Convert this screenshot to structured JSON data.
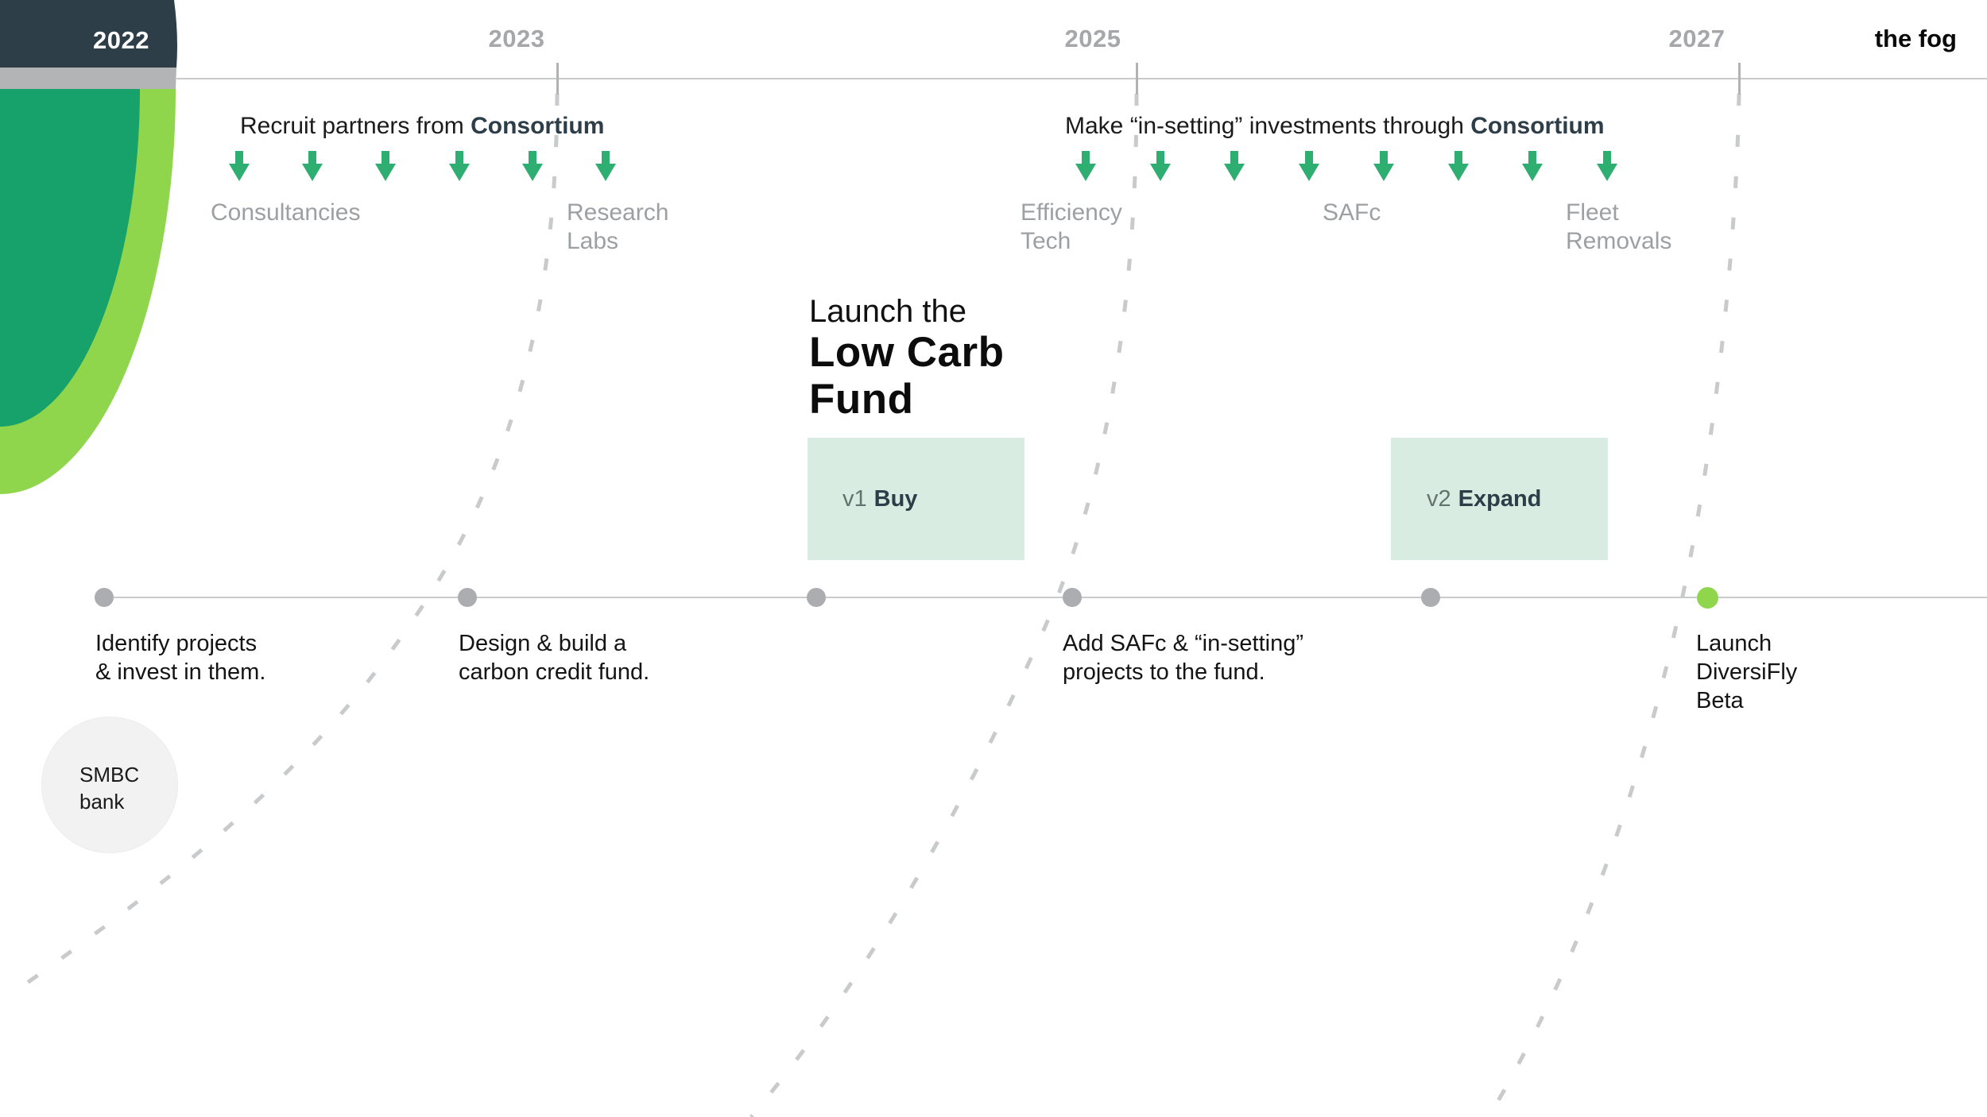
{
  "axis": {
    "current_year": "2022",
    "years": [
      "2023",
      "2025",
      "2027"
    ],
    "end_label": "the fog"
  },
  "rows": {
    "recruit": {
      "prefix": "Recruit partners from ",
      "bold": "Consortium",
      "arrows": 6,
      "labels": [
        "Consultancies",
        "Research\nLabs"
      ]
    },
    "invest": {
      "prefix": "Make “in-setting” investments through ",
      "bold": "Consortium",
      "arrows": 8,
      "labels": [
        "Efficiency\nTech",
        "SAFc",
        "Fleet\nRemovals"
      ]
    }
  },
  "fund": {
    "intro": "Launch the",
    "title": "Low Carb\nFund",
    "v1_label": "v1",
    "v1_action": "Buy",
    "v2_label": "v2",
    "v2_action": "Expand"
  },
  "milestones": [
    {
      "label": "Identify projects\n& invest in them."
    },
    {
      "label": "Design & build a\ncarbon credit fund."
    },
    {
      "label": ""
    },
    {
      "label": "Add SAFc & “in-setting”\nprojects to the fund."
    },
    {
      "label": ""
    },
    {
      "label": "Launch\nDiversiFly\nBeta"
    }
  ],
  "partner": {
    "name": "SMBC\nbank"
  },
  "colors": {
    "accent_green": "#2fae72",
    "dark_green": "#17a26c",
    "lime_green": "#8fd64c",
    "slate": "#2d3e48",
    "gray_bar": "#b2b4b6",
    "mint": "#d9ece1",
    "dash_gray": "#c8cacc"
  }
}
